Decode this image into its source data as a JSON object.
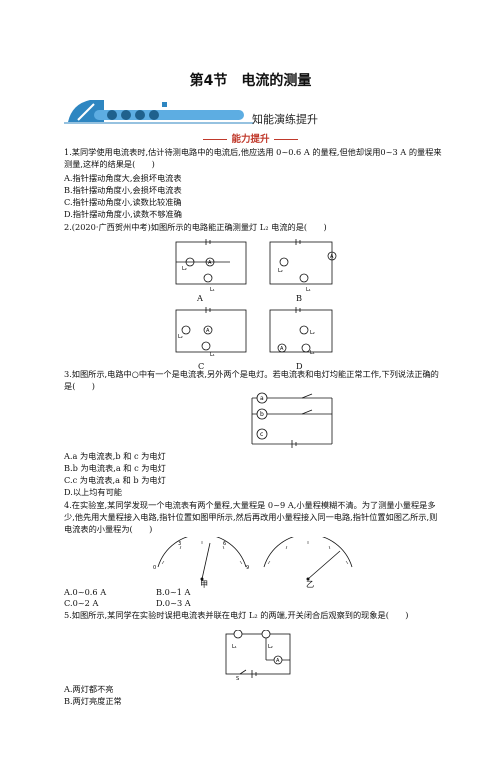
{
  "title": "第4节　电流的测量",
  "banner": {
    "text": "知能演练提升",
    "section": "能力提升"
  },
  "q1": {
    "stem": "1.某同学使用电流表时,估计待测电路中的电流后,他应选用 0~0.6 A 的量程,但他却误用0~3 A 的量程来测量,这样的结果是(　　)",
    "options": [
      "A.指针摆动角度大,会损坏电流表",
      "B.指针摆动角度小,会损坏电流表",
      "C.指针摆动角度小,读数比较准确",
      "D.指针摆动角度小,读数不够准确"
    ]
  },
  "q2": {
    "stem": "2.(2020·广西贺州中考)如图所示的电路能正确测量灯 L₂ 电流的是(　　)",
    "labels": [
      "A",
      "B",
      "C",
      "D"
    ]
  },
  "q3": {
    "stem": "3.如图所示,电路中○中有一个是电流表,另外两个是电灯。若电流表和电灯均能正常工作,下列说法正确的是(　　)",
    "options": [
      "A.a 为电流表,b 和 c 为电灯",
      "B.b 为电流表,a 和 c 为电灯",
      "C.c 为电流表,a 和 b 为电灯",
      "D.以上均有可能"
    ]
  },
  "q4": {
    "stem": "4.在实验室,某同学发现一个电流表有两个量程,大量程是 0~9 A,小量程模糊不清。为了测量小量程是多少,他先用大量程接入电路,指针位置如图甲所示,然后再改用小量程接入同一电路,指针位置如图乙所示,则电流表的小量程为(　　)",
    "meter_labels": [
      "甲",
      "乙"
    ],
    "options": [
      "A.0~0.6 A",
      "B.0~1 A",
      "C.0~2 A",
      "D.0~3 A"
    ]
  },
  "q5": {
    "stem": "5.如图所示,某同学在实验时误把电流表并联在电灯 L₂ 的两端,开关闭合后观察到的现象是(　　)",
    "options": [
      "A.两灯都不亮",
      "B.两灯亮度正常"
    ]
  }
}
